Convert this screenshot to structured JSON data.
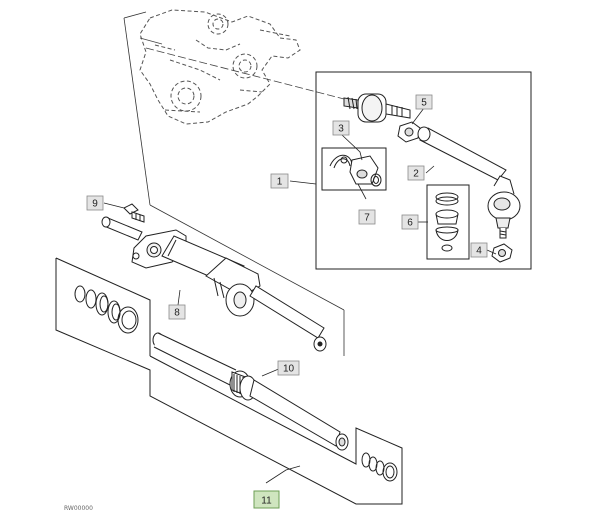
{
  "diagram": {
    "callouts": [
      {
        "id": "c1",
        "label": "1"
      },
      {
        "id": "c2",
        "label": "2"
      },
      {
        "id": "c3",
        "label": "3"
      },
      {
        "id": "c4",
        "label": "4"
      },
      {
        "id": "c5",
        "label": "5"
      },
      {
        "id": "c6",
        "label": "6"
      },
      {
        "id": "c7",
        "label": "7"
      },
      {
        "id": "c8",
        "label": "8"
      },
      {
        "id": "c9",
        "label": "9"
      },
      {
        "id": "c10",
        "label": "10"
      },
      {
        "id": "c11",
        "label": "11",
        "highlighted": true
      }
    ],
    "sheet_ref": "RW00000"
  },
  "colors": {
    "line": "#222222",
    "box_fill": "#e4e4e4",
    "box_border": "#8a8a8a",
    "highlight_fill": "#cfe5bf",
    "highlight_border": "#6e9e56",
    "phantom": "#666666"
  }
}
